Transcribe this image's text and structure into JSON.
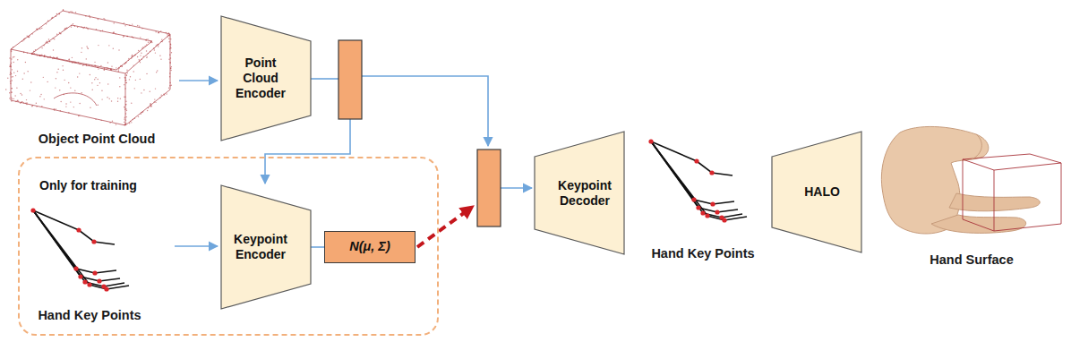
{
  "diagram": {
    "nodes": [
      {
        "text": [
          "Point Cloud Encoder"
        ]
      },
      {
        "text": [
          "Only for training"
        ]
      },
      {
        "text": [
          "Keypoint Encoder"
        ],
        "in": 1
      },
      {
        "text": [
          "N(μ, Σ)"
        ],
        "in": 1
      },
      {
        "text": [
          "Keypoint Decoder"
        ]
      },
      {
        "text": [
          "HALO"
        ]
      }
    ],
    "edges": [
      {
        "from": 2,
        "to": 3,
        "arrow": "none"
      }
    ],
    "labels": [
      "Object Point Cloud",
      "Hand Key Points",
      "Hand Key Points",
      "Hand Surface"
    ]
  }
}
